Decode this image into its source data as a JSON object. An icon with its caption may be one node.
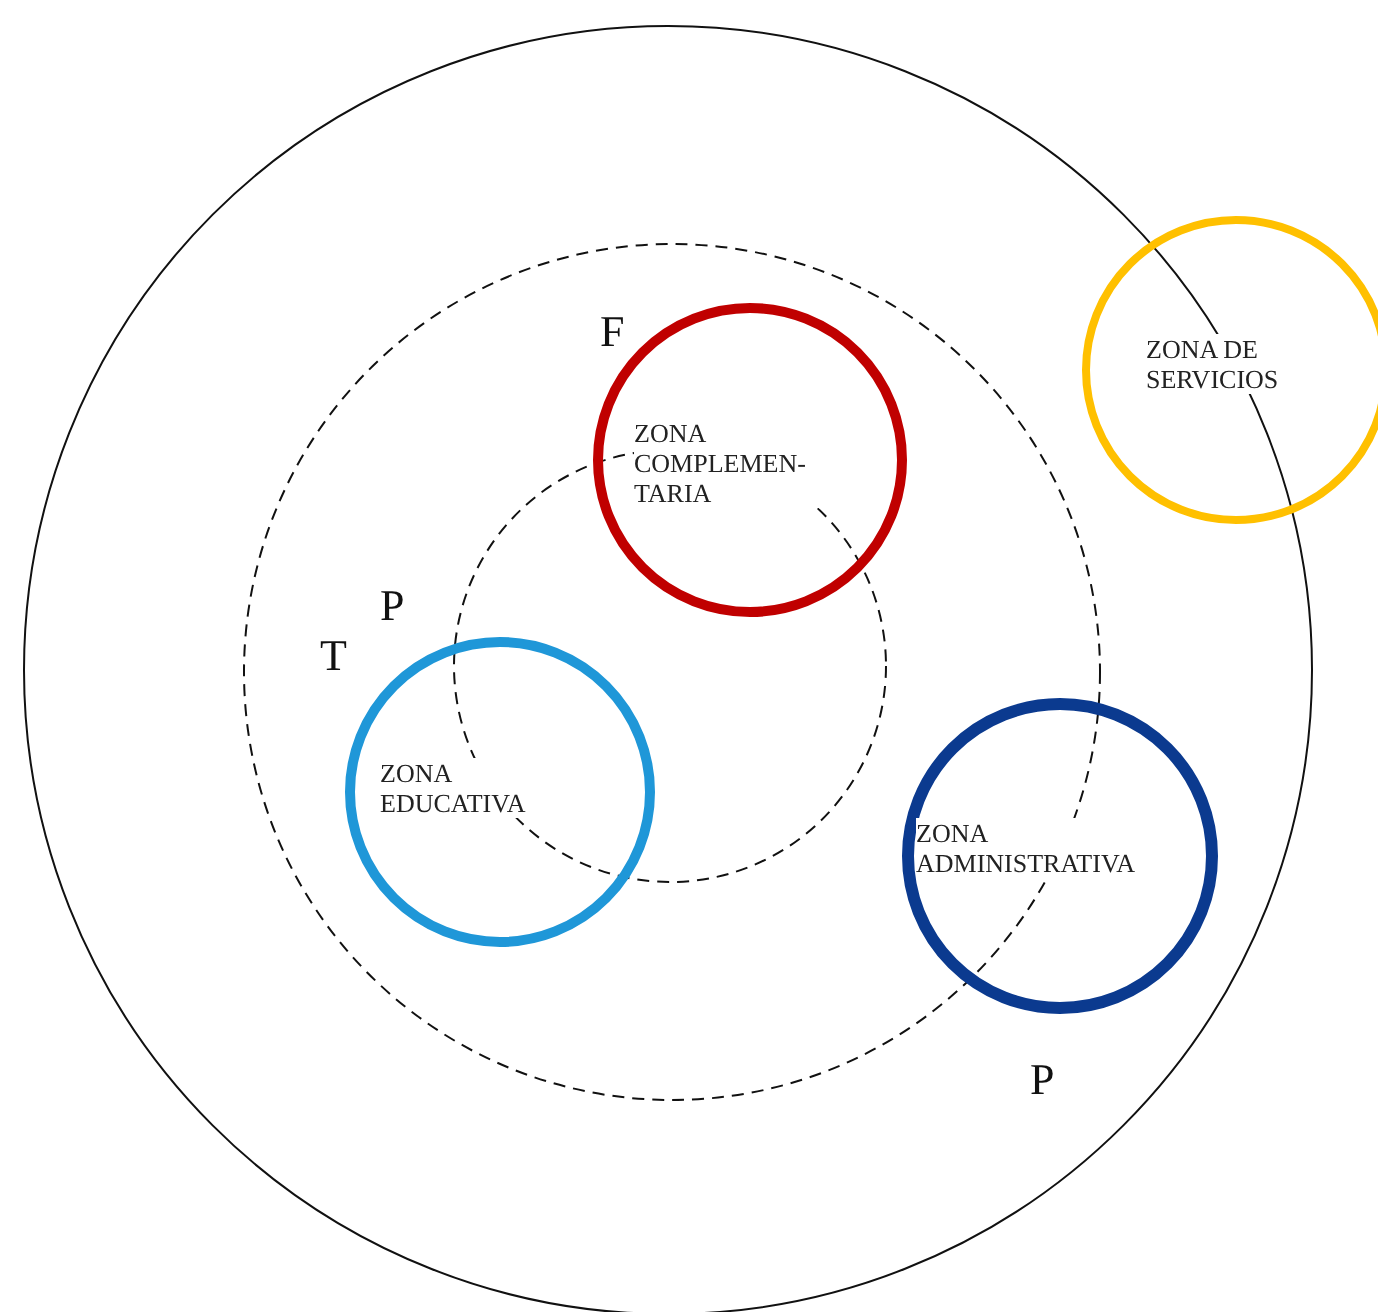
{
  "diagram": {
    "nodes": [
      {
        "text": [],
        "shape": "circle"
      },
      {
        "text": [],
        "shape": "circle",
        "in": 0
      },
      {
        "text": [],
        "shape": "circle",
        "in": 1
      },
      {
        "text": [
          "ZONA COMPLEMEN-TARIA"
        ],
        "in": 1
      },
      {
        "text": [
          "ZONA DE SERVICIOS"
        ]
      },
      {
        "text": [
          "ZONA EDUCATIVA"
        ],
        "in": 1
      },
      {
        "text": [
          "ZONA ADMINISTRATIVA"
        ],
        "in": 0
      }
    ],
    "edges": [],
    "labels": [
      "F",
      "P",
      "T",
      "P"
    ]
  }
}
